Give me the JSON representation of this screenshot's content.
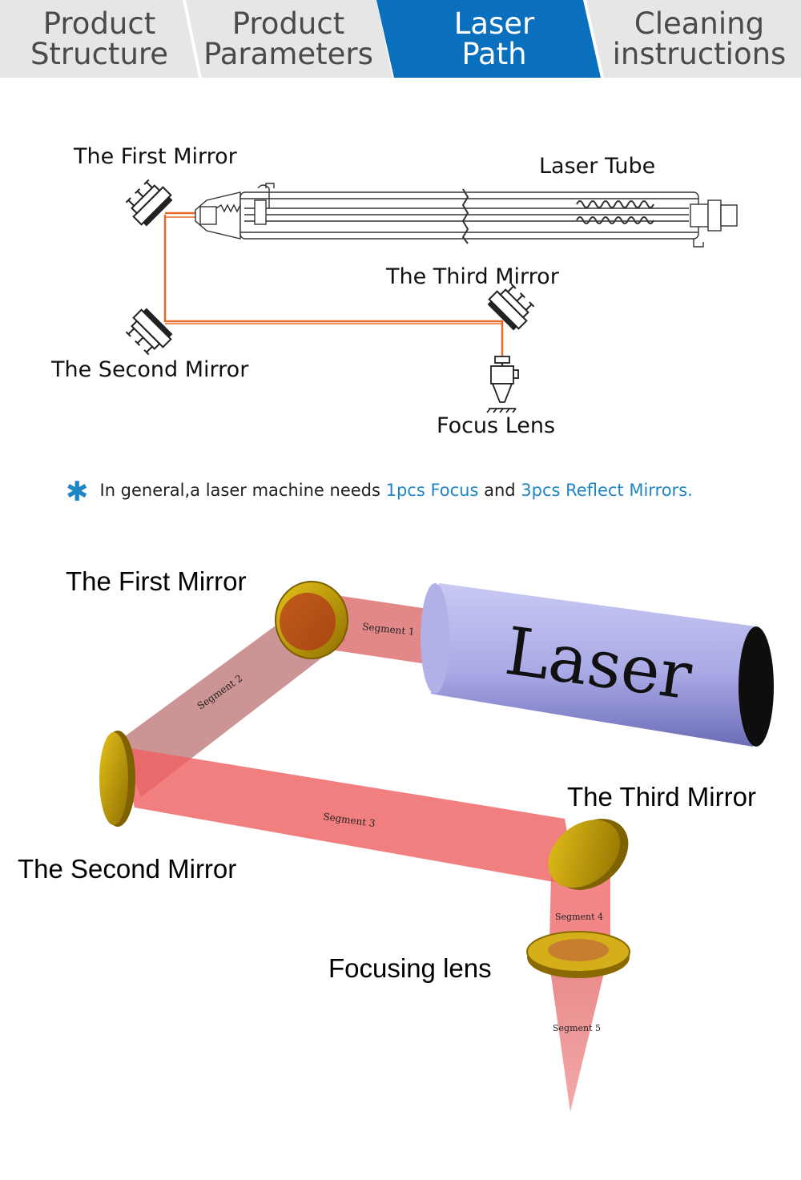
{
  "tabs": [
    {
      "label": "Product\nStructure",
      "active": false
    },
    {
      "label": "Product\nParameters",
      "active": false
    },
    {
      "label": "Laser\nPath",
      "active": true
    },
    {
      "label": "Cleaning\ninstructions",
      "active": false
    }
  ],
  "colors": {
    "tab_active": "#0a6fbd",
    "tab_inactive": "#e6e6e6",
    "beam_line": "#e86a2a",
    "highlight": "#1f86c6",
    "laser_tube": "#b7b7f0",
    "mirror": "#c9a300",
    "beam_fill": "#f06c6c"
  },
  "schematic": {
    "first_mirror": "The First Mirror",
    "laser_tube": "Laser Tube",
    "third_mirror": "The Third Mirror",
    "second_mirror": "The Second Mirror",
    "focus_lens": "Focus Lens"
  },
  "note": {
    "icon": "asterisk-icon",
    "prefix": "In general,a laser machine needs ",
    "focus": "1pcs Focus",
    "middle": " and ",
    "mirrors": "3pcs Reflect Mirrors."
  },
  "illustration": {
    "first_mirror": "The First Mirror",
    "second_mirror": "The Second Mirror",
    "third_mirror": "The Third Mirror",
    "focusing_lens": "Focusing lens",
    "laser": "Laser",
    "segments": [
      "Segment 1",
      "Segment 2",
      "Segment 3",
      "Segment 4",
      "Segment 5"
    ]
  }
}
